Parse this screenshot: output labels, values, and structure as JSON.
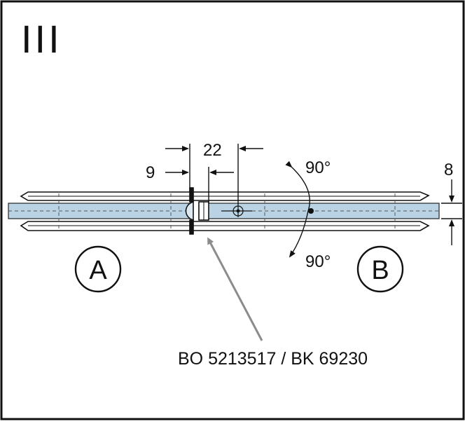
{
  "roman_numeral": "III",
  "dimensions": {
    "gap": "9",
    "offset": "22",
    "thickness": "8"
  },
  "angles": {
    "upper": "90°",
    "lower": "90°"
  },
  "labels": {
    "left_panel": "A",
    "right_panel": "B",
    "part_numbers": "BO 5213517 / BK 69230"
  },
  "colors": {
    "glass": "#b9d3e4",
    "outline": "#111111",
    "arrow": "#8c8c8c"
  }
}
